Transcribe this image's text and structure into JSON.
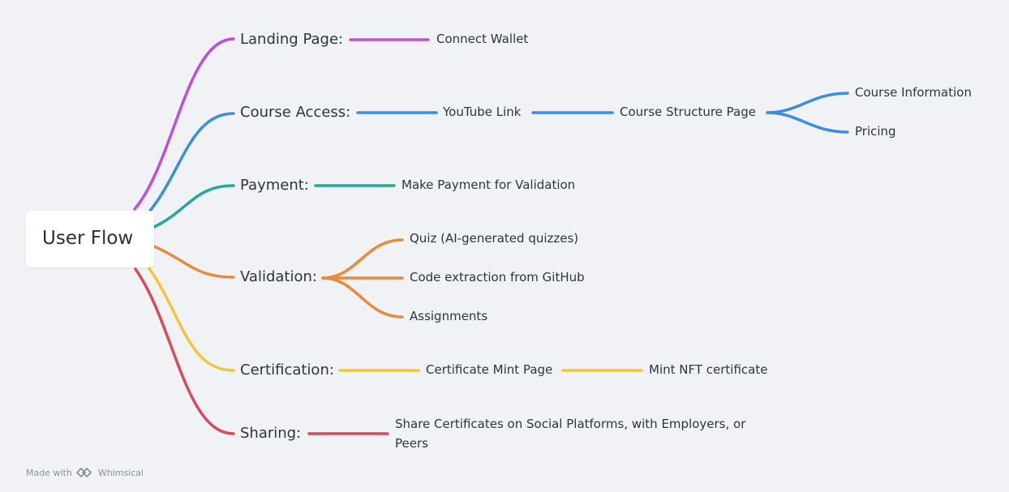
{
  "diagram": {
    "root": "User Flow",
    "colors": {
      "landing": "#bf4fd6",
      "course": "#3b8ede",
      "payment": "#26a89a",
      "validation": "#e98a3c",
      "certification": "#f2c53d",
      "sharing": "#d94a5a"
    },
    "branches": {
      "landing": {
        "label": "Landing Page:",
        "children": [
          "Connect Wallet"
        ]
      },
      "course": {
        "label": "Course Access:",
        "child": "YouTube Link",
        "grandchild": "Course Structure Page",
        "leaves": [
          "Course Information",
          "Pricing"
        ]
      },
      "payment": {
        "label": "Payment:",
        "children": [
          "Make Payment for Validation"
        ]
      },
      "validation": {
        "label": "Validation:",
        "children": [
          "Quiz (AI-generated quizzes)",
          "Code extraction from GitHub",
          "Assignments"
        ]
      },
      "certification": {
        "label": "Certification:",
        "child": "Certificate Mint Page",
        "grandchild": "Mint NFT certificate"
      },
      "sharing": {
        "label": "Sharing:",
        "children": [
          "Share Certificates on Social Platforms, with Employers, or Peers"
        ]
      }
    }
  },
  "footer": {
    "made_with": "Made with",
    "brand": "Whimsical",
    "logo_icon": "whimsical-logo-icon"
  }
}
